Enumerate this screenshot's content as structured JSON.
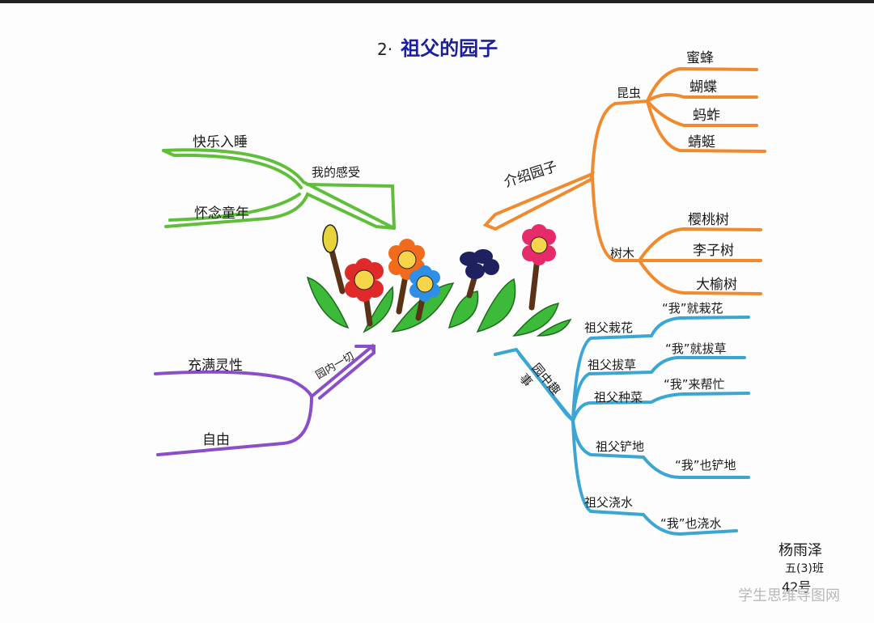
{
  "title": {
    "number": "2·",
    "text": "祖父的园子"
  },
  "center": {
    "label": "flowers-illustration"
  },
  "branches": {
    "feelings": {
      "label": "我的感受",
      "color": "#5fbf3a",
      "children": [
        "快乐入睡",
        "怀念童年"
      ]
    },
    "intro": {
      "label": "介绍园子",
      "color": "#f08a2e",
      "groups": [
        {
          "label": "昆虫",
          "items": [
            "蜜蜂",
            "蝴蝶",
            "蚂蚱",
            "蜻蜓"
          ]
        },
        {
          "label": "树木",
          "items": [
            "樱桃树",
            "李子树",
            "大榆树"
          ]
        }
      ]
    },
    "everything": {
      "label": "园内一切",
      "color": "#8a4fc8",
      "children": [
        "充满灵性",
        "自由"
      ]
    },
    "fun": {
      "label": "园中趣事",
      "color": "#3ba6d4",
      "pairs": [
        {
          "grandpa": "祖父栽花",
          "me": "“我”就栽花"
        },
        {
          "grandpa": "祖父拔草",
          "me": "“我”就拔草"
        },
        {
          "grandpa": "祖父种菜",
          "me": "“我”来帮忙"
        },
        {
          "grandpa": "祖父铲地",
          "me": "“我”也铲地"
        },
        {
          "grandpa": "祖父浇水",
          "me": "“我”也浇水"
        }
      ]
    }
  },
  "signature": {
    "name": "杨雨泽",
    "class": "五(3)班",
    "seat": "42号"
  },
  "watermark": "学生思维导图网"
}
